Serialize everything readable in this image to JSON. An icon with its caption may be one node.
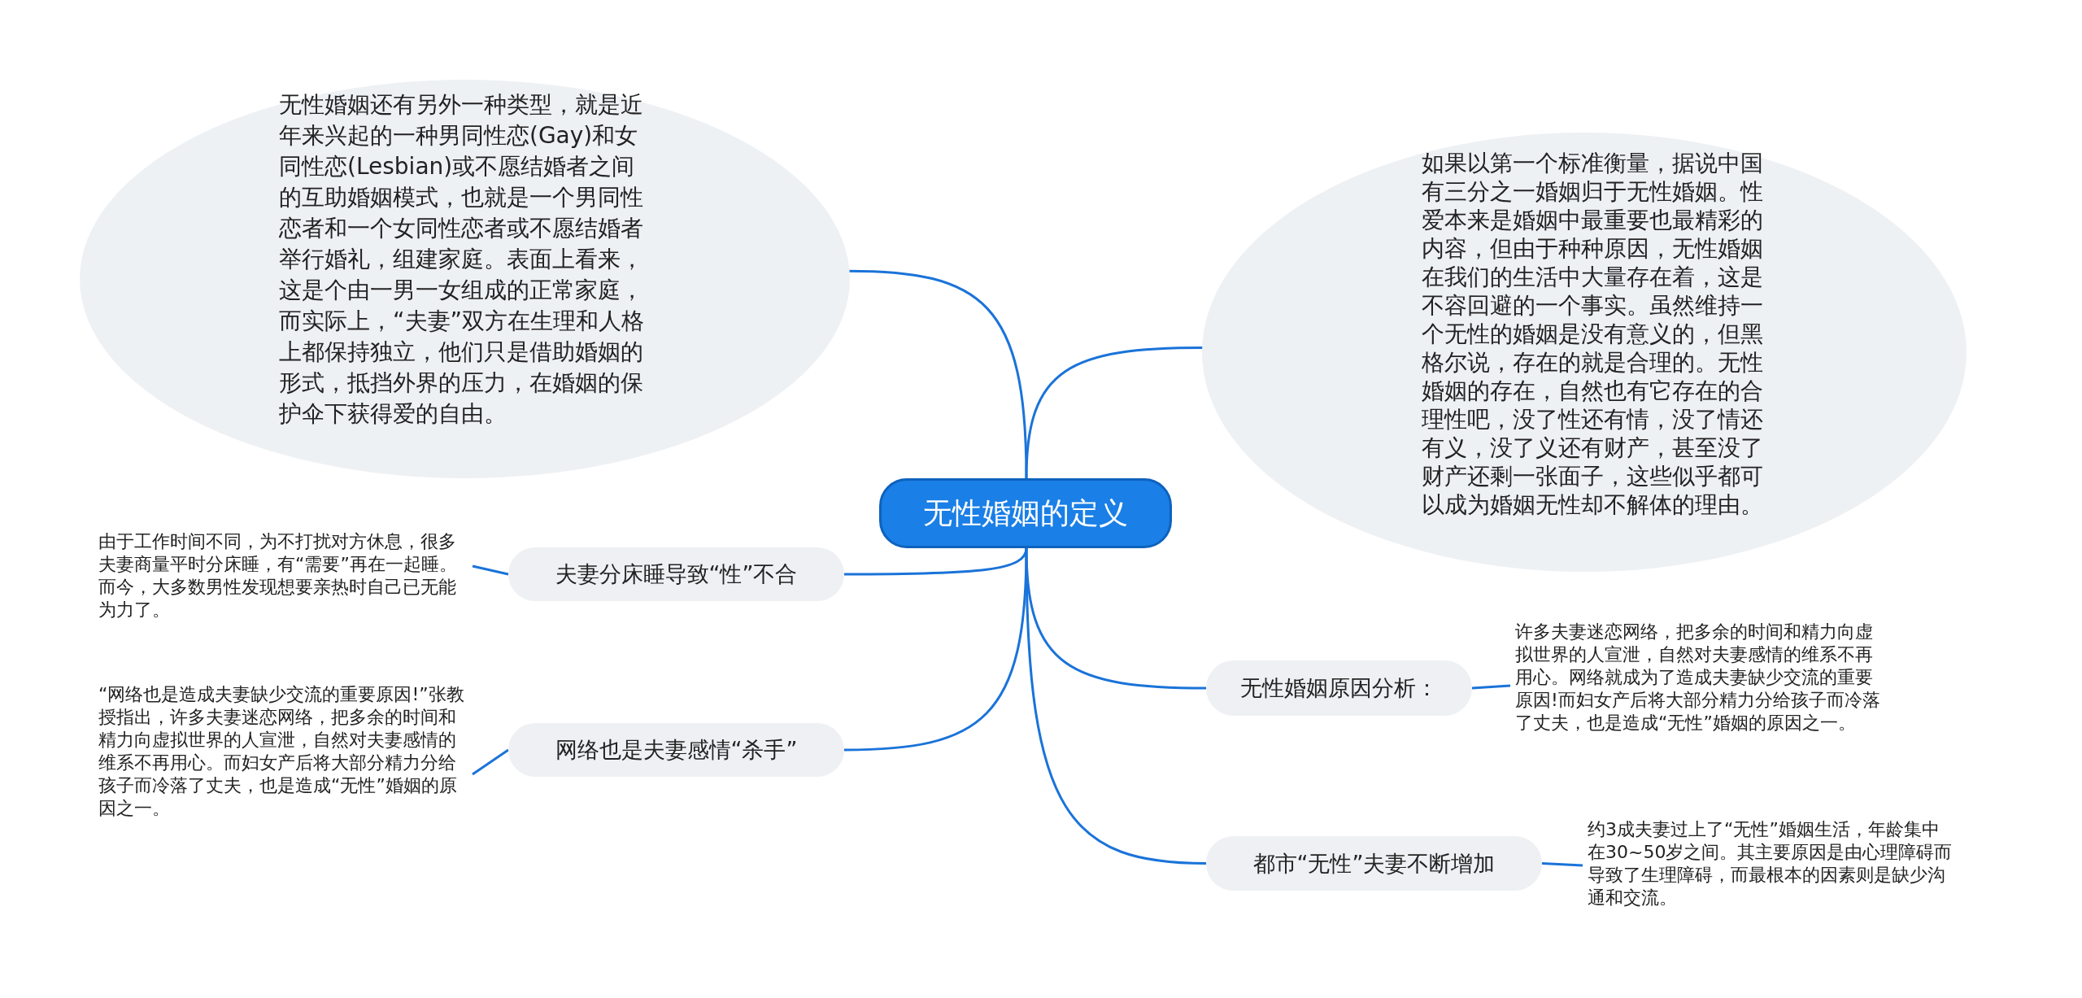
{
  "diagram": {
    "nodes": [
      {
        "text": [
          "无性婚姻的定义"
        ]
      },
      {
        "text": [
          "无性婚姻还有另外一种类型，就是近年来兴起的一种男同性恋(Gay)和女同性恋(Lesbian)或不愿结婚者之间的互助婚姻模式，也就是一个男同性恋者和一个女同性恋者或不愿结婚者举行婚礼，组建家庭。表面上看来，这是个由一男一女组成的正常家庭，而实际上，“夫妻”双方在生理和人格上都保持独立，他们只是借助婚姻的形式，抵挡外界的压力，在婚姻的保护伞下获得爱的自由。"
        ]
      },
      {
        "text": [
          "如果以第一个标准衡量，据说中国有三分之一婚姻归于无性婚姻。性爱本来是婚姻中最重要也最精彩的内容，但由于种种原因，无性婚姻在我们的生活中大量存在着，这是不容回避的一个事实。虽然维持一个无性的婚姻是没有意义的，但黑格尔说，存在的就是合理的。无性婚姻的存在，自然也有它存在的合理性吧，没了性还有情，没了情还有义，没了义还有财产，甚至没了财产还剩一张面子，这些似乎都可以成为婚姻无性却不解体的理由。"
        ]
      },
      {
        "text": [
          "夫妻分床睡导致“性”不合"
        ]
      },
      {
        "text": [
          "由于工作时间不同，为不打扰对方休息，很多夫妻商量平时分床睡，有“需要”再在一起睡。而今，大多数男性发现想要亲热时自己已无能为力了。"
        ]
      },
      {
        "text": [
          "网络也是夫妻感情“杀手”"
        ]
      },
      {
        "text": [
          "“网络也是造成夫妻缺少交流的重要原因!”张教授指出，许多夫妻迷恋网络，把多余的时间和精力向虚拟世界的人宣泄，自然对夫妻感情的维系不再用心。而妇女产后将大部分精力分给孩子而冷落了丈夫，也是造成“无性”婚姻的原因之一。"
        ]
      },
      {
        "text": [
          "无性婚姻原因分析："
        ]
      },
      {
        "text": [
          "许多夫妻迷恋网络，把多余的时间和精力向虚拟世界的人宣泄，自然对夫妻感情的维系不再用心。网络就成为了造成夫妻缺少交流的重要原因!而妇女产后将大部分精力分给孩子而冷落了丈夫，也是造成“无性”婚姻的原因之一。"
        ]
      },
      {
        "text": [
          "都市“无性”夫妻不断增加"
        ]
      },
      {
        "text": [
          "约3成夫妻过上了“无性”婚姻生活，年龄集中在30~50岁之间。其主要原因是由心理障碍而导致了生理障碍，而最根本的因素则是缺少沟通和交流。"
        ]
      }
    ],
    "edges": [
      {
        "from": 0,
        "to": 1,
        "arrow": "none"
      },
      {
        "from": 0,
        "to": 2,
        "arrow": "none"
      },
      {
        "from": 0,
        "to": 3,
        "arrow": "none"
      },
      {
        "from": 3,
        "to": 4,
        "arrow": "none"
      },
      {
        "from": 0,
        "to": 5,
        "arrow": "none"
      },
      {
        "from": 5,
        "to": 6,
        "arrow": "none"
      },
      {
        "from": 0,
        "to": 7,
        "arrow": "none"
      },
      {
        "from": 7,
        "to": 8,
        "arrow": "none"
      },
      {
        "from": 0,
        "to": 9,
        "arrow": "none"
      },
      {
        "from": 9,
        "to": 10,
        "arrow": "none"
      }
    ]
  }
}
